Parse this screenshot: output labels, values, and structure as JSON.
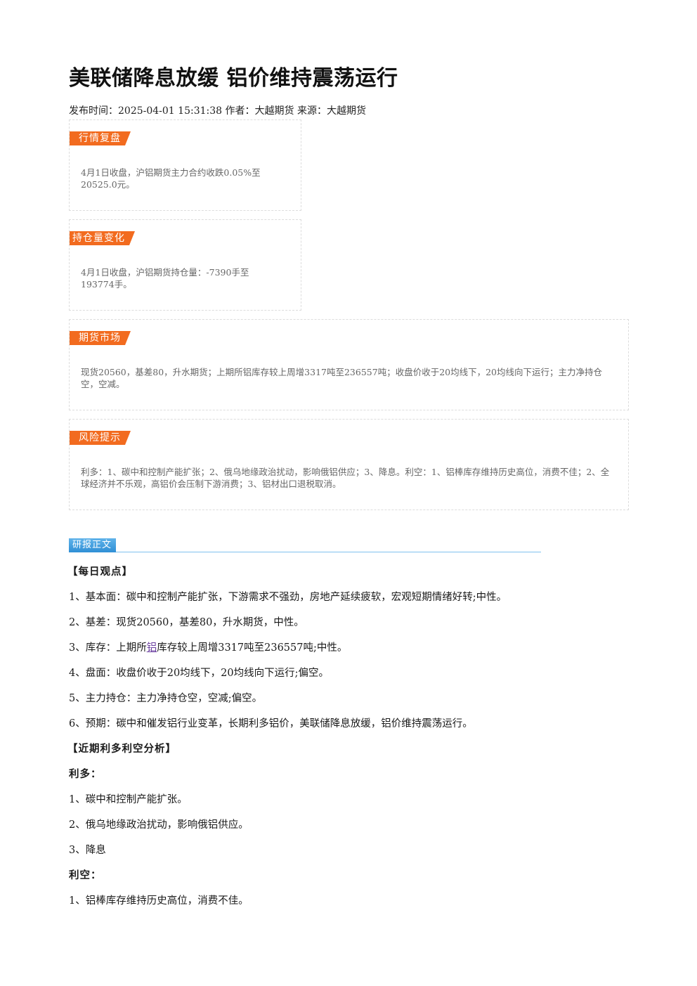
{
  "article": {
    "title": "美联储降息放缓 铝价维持震荡运行",
    "meta": "发布时间：2025-04-01 15:31:38 作者：大越期货 来源：大越期货"
  },
  "cards": {
    "market_review": {
      "tag": "行情复盘",
      "text": "4月1日收盘，沪铝期货主力合约收跌0.05%至20525.0元。"
    },
    "position_change": {
      "tag": "持仓量变化",
      "text": "4月1日收盘，沪铝期货持仓量：-7390手至193774手。"
    },
    "futures_market": {
      "tag": "期货市场",
      "text": "现货20560，基差80，升水期货；上期所铝库存较上周增3317吨至236557吨；收盘价收于20均线下，20均线向下运行；主力净持仓空，空减。"
    },
    "risk_hint": {
      "tag": "风险提示",
      "text": "利多：1、碳中和控制产能扩张；2、俄乌地缘政治扰动，影响俄铝供应；3、降息。利空：1、铝棒库存维持历史高位，消费不佳；2、全球经济并不乐观，高铝价会压制下游消费；3、铝材出口退税取消。"
    }
  },
  "report": {
    "section_tag": "研报正文",
    "daily_view_heading": "【每日观点】",
    "points": {
      "p1": "1、基本面：碳中和控制产能扩张，下游需求不强劲，房地产延续疲软，宏观短期情绪好转;中性。",
      "p2": "2、基差：现货20560，基差80，升水期货，中性。",
      "p3_prefix": "3、库存：上期所",
      "p3_link": "铝",
      "p3_suffix": "库存较上周增3317吨至236557吨;中性。",
      "p4": "4、盘面：收盘价收于20均线下，20均线向下运行;偏空。",
      "p5": "5、主力持仓：主力净持仓空，空减;偏空。",
      "p6": "6、预期：碳中和催发铝行业变革，长期利多铝价，美联储降息放缓，铝价维持震荡运行。"
    },
    "analysis_heading": "【近期利多利空分析】",
    "bullish_heading": "利多：",
    "bullish": {
      "b1": "1、碳中和控制产能扩张。",
      "b2": "2、俄乌地缘政治扰动，影响俄铝供应。",
      "b3": "3、降息"
    },
    "bearish_heading": "利空：",
    "bearish": {
      "s1": "1、铝棒库存维持历史高位，消费不佳。"
    }
  },
  "colors": {
    "card_tag": "#f26b1f",
    "section_tag": "#2f8fd6",
    "link": "#6b3fa0"
  }
}
